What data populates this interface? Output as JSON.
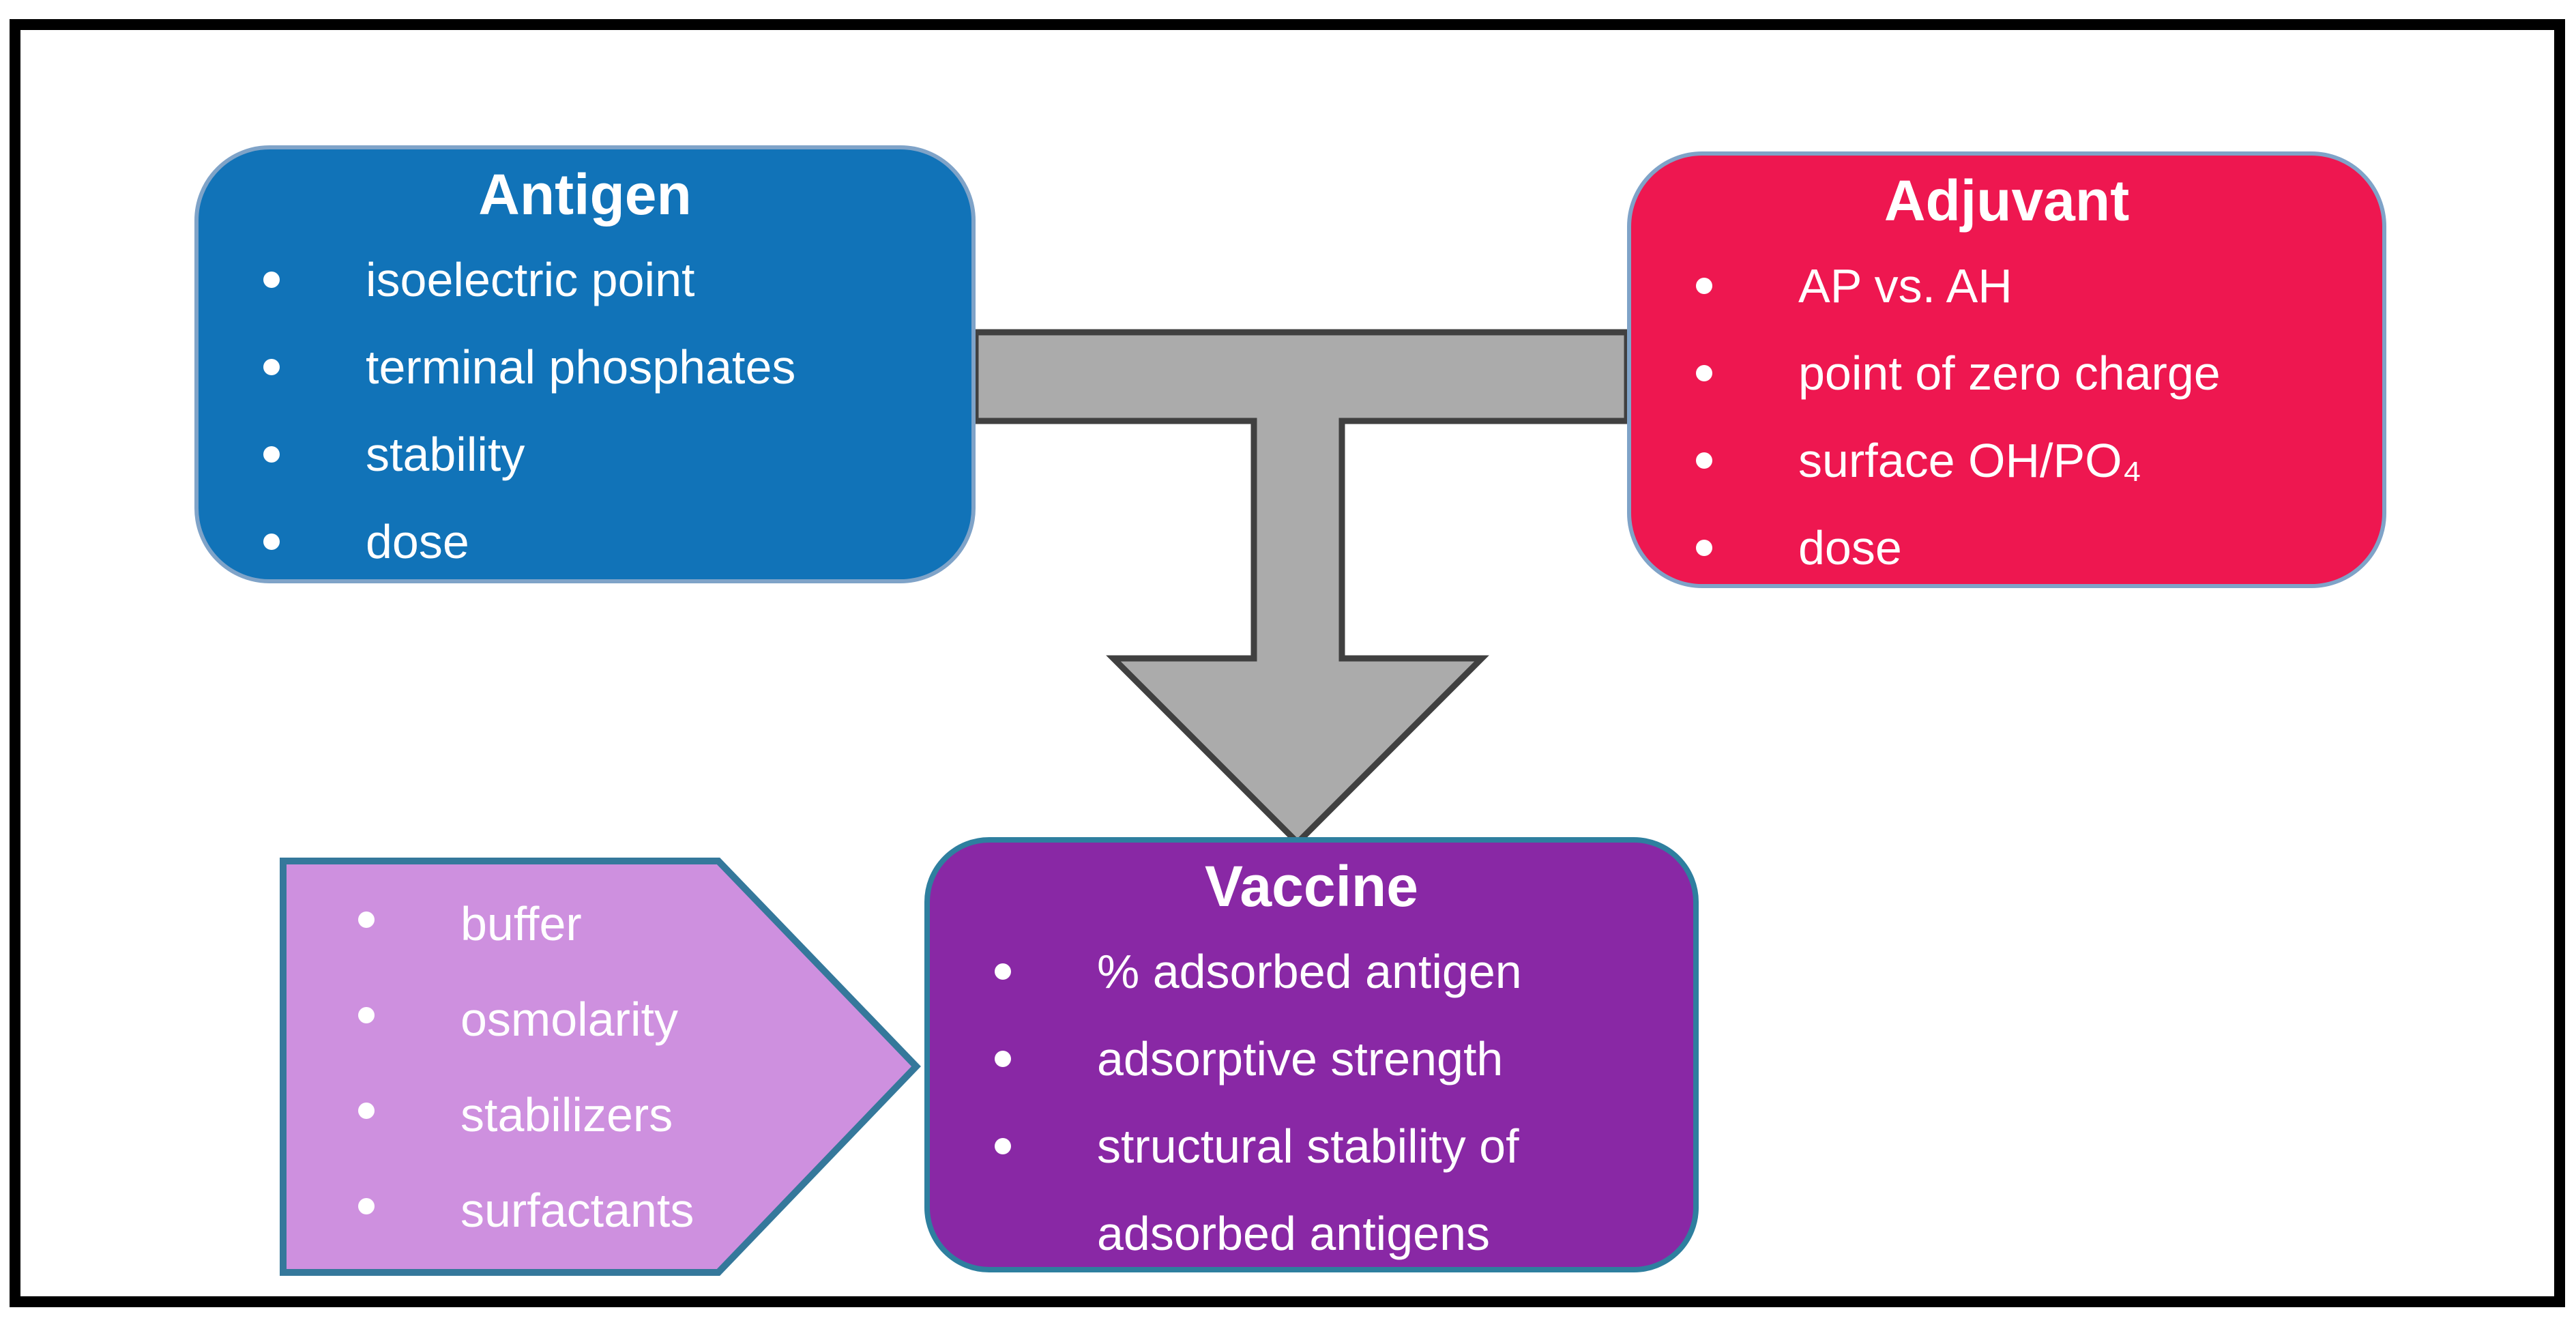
{
  "boxes": {
    "antigen": {
      "title": "Antigen",
      "bullets": [
        "isoelectric point",
        "terminal phosphates",
        "stability",
        "dose"
      ]
    },
    "adjuvant": {
      "title": "Adjuvant",
      "bullets": [
        "AP vs. AH",
        "point of zero charge",
        "surface OH/PO₄",
        "dose"
      ]
    },
    "vaccine": {
      "title": "Vaccine",
      "bullets": [
        "% adsorbed antigen",
        "adsorptive strength",
        "structural stability of adsorbed antigens"
      ]
    },
    "formulation": {
      "bullets": [
        "buffer",
        "osmolarity",
        "stabilizers",
        "surfactants"
      ]
    }
  },
  "colors": {
    "antigen_fill": "#1173B8",
    "adjuvant_fill": "#EE1750",
    "vaccine_fill": "#8928A5",
    "formulation_fill": "#CE90DF",
    "connector_fill": "#ABABAB",
    "connector_outline": "#404040",
    "box_border_light_blue": "#7FA3C8",
    "teal_border": "#2E7F9F",
    "frame_black": "#000000",
    "text_white": "#FFFFFF"
  }
}
